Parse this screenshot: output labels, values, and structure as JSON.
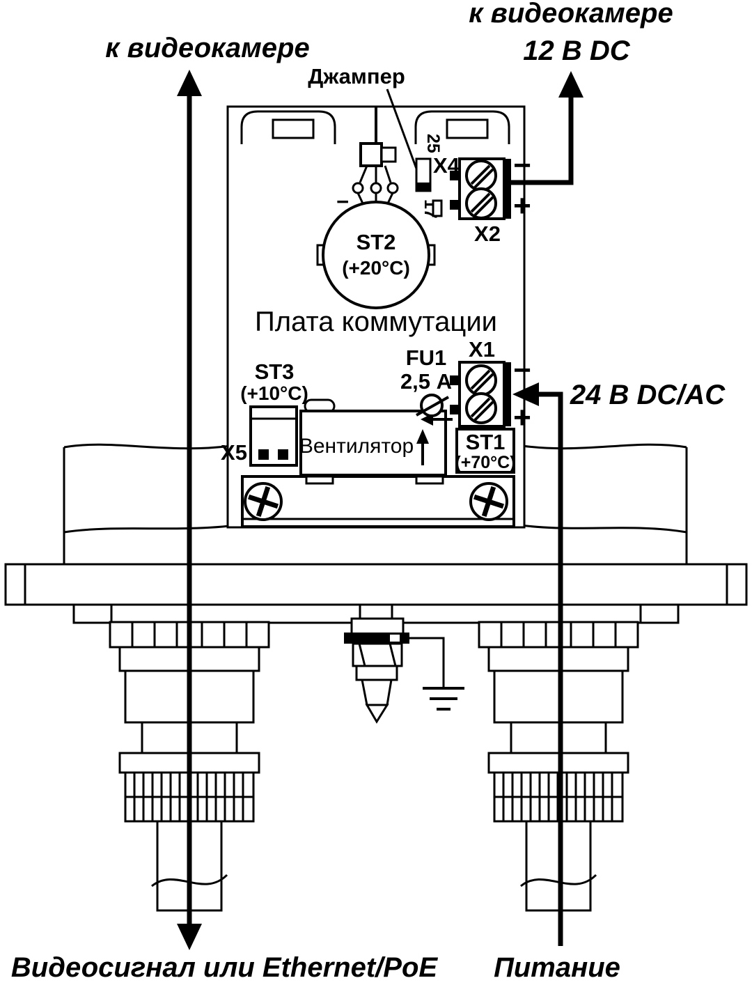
{
  "diagram": {
    "board_title": "Плата коммутации",
    "arrows": {
      "top_left_label": "к видеокамере",
      "top_right_label": "к видеокамере",
      "top_right_voltage": "12 В DC",
      "right_voltage": "24 В DC/AC",
      "bottom_left_label": "Видеосигнал или Ethernet/PoE",
      "bottom_right_label": "Питание"
    },
    "jumper": {
      "label": "Джампер"
    },
    "fan": {
      "label": "Вентилятор"
    },
    "thermostats": {
      "st1": {
        "name": "ST1",
        "temp": "(+70°C)"
      },
      "st2": {
        "name": "ST2",
        "temp": "(+20°C)"
      },
      "st3": {
        "name": "ST3",
        "temp": "(+10°C)"
      }
    },
    "fuse": {
      "name": "FU1",
      "rating": "2,5 А"
    },
    "connectors": {
      "x1": "X1",
      "x2": "X2",
      "x4": "X4",
      "x5": "X5"
    },
    "markings": {
      "m25": "25",
      "m17": "17"
    },
    "polarity": {
      "plus": "+",
      "minus": "−"
    }
  }
}
